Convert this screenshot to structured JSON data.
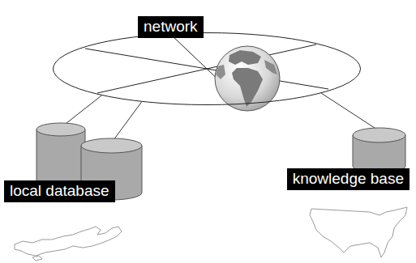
{
  "diagram": {
    "nodes": [
      {
        "text": [
          "network"
        ]
      },
      {
        "text": [
          "local database"
        ]
      },
      {
        "text": [
          "knowledge base"
        ]
      }
    ],
    "edges": [
      {
        "from": 0,
        "to": 1,
        "arrow": "none"
      },
      {
        "from": 0,
        "to": 1,
        "arrow": "none"
      },
      {
        "from": 0,
        "to": 2,
        "arrow": "none"
      }
    ]
  }
}
